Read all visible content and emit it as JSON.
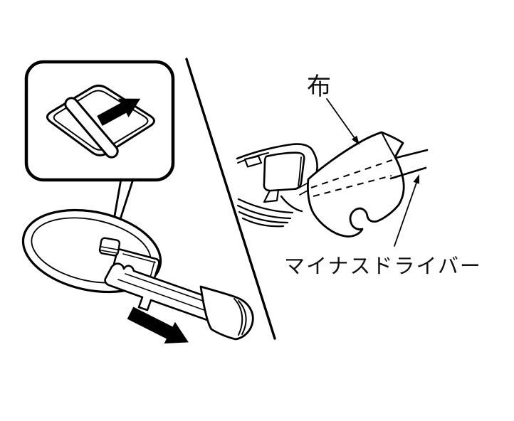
{
  "figure": {
    "kind": "instruction-illustration",
    "panels": [
      "key-fob-cover-slide",
      "pry-open-with-screwdriver"
    ]
  },
  "labels": {
    "cloth": "布",
    "flathead_screwdriver": "マイナスドライバー"
  },
  "colors": {
    "background": "#ffffff",
    "line": "#000000",
    "text": "#111111",
    "arrow_fill": "#000000"
  },
  "icons": {
    "inset_slide_arrow": "bold-arrow-up-right",
    "slide_direction_arrow": "bold-arrow-down-right",
    "cloth_pointer": "thin-arrow-down-right",
    "screwdriver_pointer": "thin-arrow-up-right"
  }
}
